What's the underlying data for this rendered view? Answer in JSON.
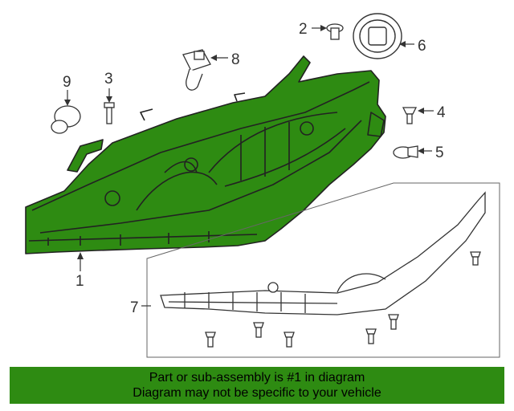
{
  "diagram": {
    "callouts": [
      {
        "id": "1",
        "label": "1"
      },
      {
        "id": "2",
        "label": "2"
      },
      {
        "id": "3",
        "label": "3"
      },
      {
        "id": "4",
        "label": "4"
      },
      {
        "id": "5",
        "label": "5"
      },
      {
        "id": "6",
        "label": "6"
      },
      {
        "id": "7",
        "label": "7"
      },
      {
        "id": "8",
        "label": "8"
      },
      {
        "id": "9",
        "label": "9"
      }
    ],
    "highlight_color": "#2e8b12",
    "line_color": "#333333"
  },
  "banner": {
    "line1": "Part or sub-assembly is #1 in diagram",
    "line2": "Diagram may not be specific to your vehicle",
    "background": "#2e8b12"
  }
}
